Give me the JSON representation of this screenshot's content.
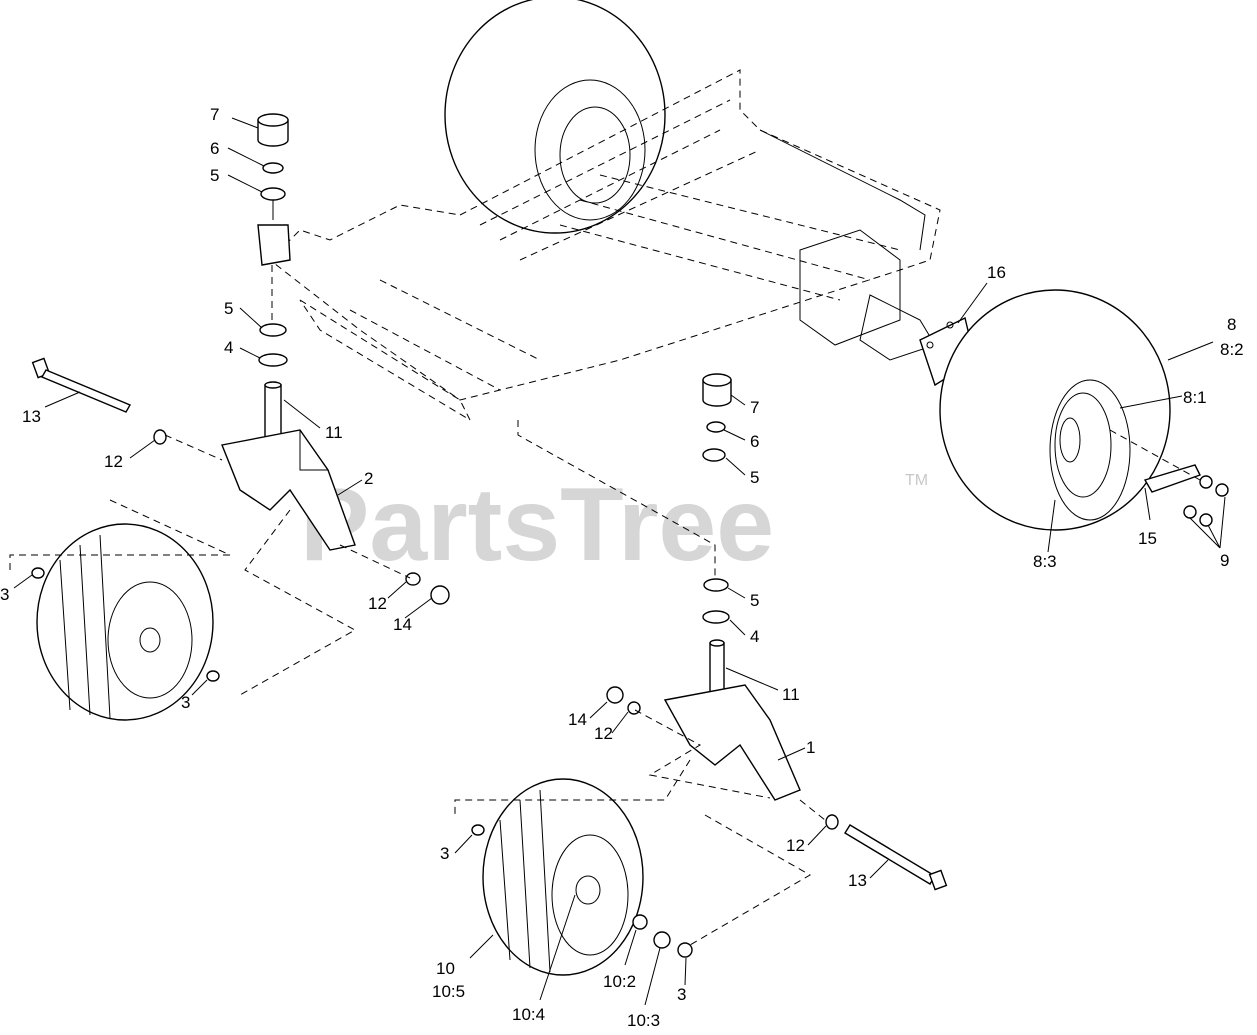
{
  "watermark": {
    "text": "PartsTree",
    "trademark": "TM"
  },
  "callouts": [
    {
      "id": "c7a",
      "text": "7"
    },
    {
      "id": "c6a",
      "text": "6"
    },
    {
      "id": "c5a",
      "text": "5"
    },
    {
      "id": "c5b",
      "text": "5"
    },
    {
      "id": "c4a",
      "text": "4"
    },
    {
      "id": "c13a",
      "text": "13"
    },
    {
      "id": "c11a",
      "text": "11"
    },
    {
      "id": "c12a",
      "text": "12"
    },
    {
      "id": "c2",
      "text": "2"
    },
    {
      "id": "c3a",
      "text": "3"
    },
    {
      "id": "c12b",
      "text": "12"
    },
    {
      "id": "c14a",
      "text": "14"
    },
    {
      "id": "c3b",
      "text": "3"
    },
    {
      "id": "c16",
      "text": "16"
    },
    {
      "id": "c8",
      "text": "8"
    },
    {
      "id": "c8_2",
      "text": "8:2"
    },
    {
      "id": "c8_1",
      "text": "8:1"
    },
    {
      "id": "c7b",
      "text": "7"
    },
    {
      "id": "c6b",
      "text": "6"
    },
    {
      "id": "c5c",
      "text": "5"
    },
    {
      "id": "c15",
      "text": "15"
    },
    {
      "id": "c8_3",
      "text": "8:3"
    },
    {
      "id": "c9",
      "text": "9"
    },
    {
      "id": "c5d",
      "text": "5"
    },
    {
      "id": "c4b",
      "text": "4"
    },
    {
      "id": "c11b",
      "text": "11"
    },
    {
      "id": "c14b",
      "text": "14"
    },
    {
      "id": "c12c",
      "text": "12"
    },
    {
      "id": "c1",
      "text": "1"
    },
    {
      "id": "c3c",
      "text": "3"
    },
    {
      "id": "c12d",
      "text": "12"
    },
    {
      "id": "c13b",
      "text": "13"
    },
    {
      "id": "c10",
      "text": "10"
    },
    {
      "id": "c10_5",
      "text": "10:5"
    },
    {
      "id": "c10_4",
      "text": "10:4"
    },
    {
      "id": "c10_2",
      "text": "10:2"
    },
    {
      "id": "c3d",
      "text": "3"
    },
    {
      "id": "c10_3",
      "text": "10:3"
    }
  ]
}
